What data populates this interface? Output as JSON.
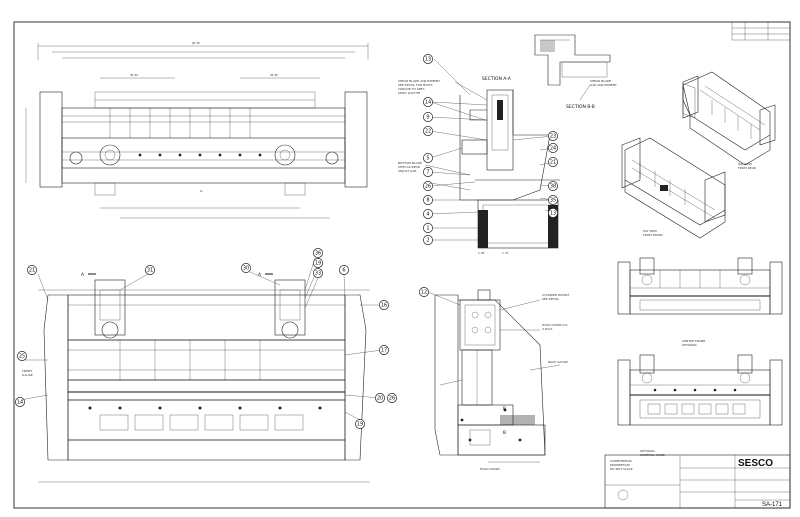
{
  "title_block": {
    "company_logo_text": "SESCO",
    "drawing_number": "SA-171"
  },
  "view_labels": {
    "section_aa": "SECTION A-A",
    "section_bb": "SECTION B-B"
  },
  "section_markers": [
    "A",
    "A",
    "B",
    "B"
  ],
  "balloons": {
    "section_view": [
      "13",
      "14",
      "9",
      "22",
      "5",
      "7",
      "26",
      "8",
      "4",
      "1",
      "2",
      "23",
      "24",
      "21",
      "38",
      "35",
      "13"
    ],
    "front_view": [
      "21",
      "31",
      "30",
      "36",
      "19",
      "33",
      "6",
      "16",
      "17",
      "25",
      "14",
      "20",
      "26",
      "19"
    ],
    "side_view": [
      "12"
    ]
  },
  "colors": {
    "line": "#222222",
    "paper": "#ffffff"
  }
}
